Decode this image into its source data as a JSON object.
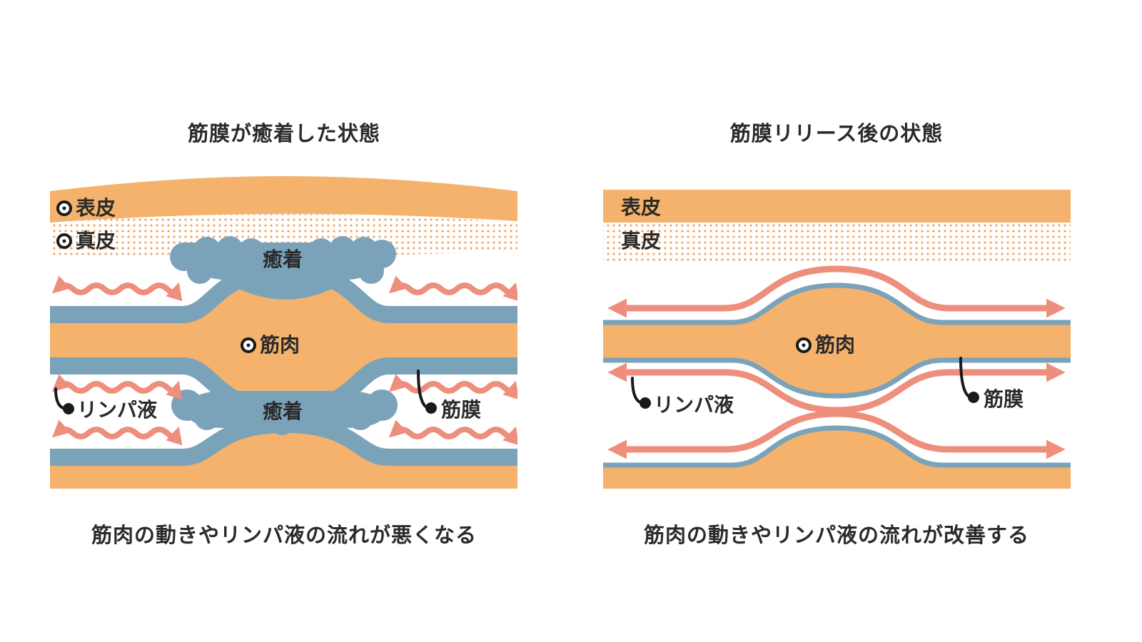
{
  "left_panel": {
    "title": "筋膜が癒着した状態",
    "labels": {
      "epidermis": "表皮",
      "dermis": "真皮",
      "adhesion_top": "癒着",
      "adhesion_bottom": "癒着",
      "muscle": "筋肉",
      "lymph": "リンパ液",
      "fascia": "筋膜"
    },
    "caption": "筋肉の動きやリンパ液の流れが悪くなる"
  },
  "right_panel": {
    "title": "筋膜リリース後の状態",
    "labels": {
      "epidermis": "表皮",
      "dermis": "真皮",
      "muscle": "筋肉",
      "lymph": "リンパ液",
      "fascia": "筋膜"
    },
    "caption": "筋肉の動きやリンパ液の流れが改善する"
  },
  "colors": {
    "skin": "#f4b26c",
    "fascia": "#7aa3ba",
    "lymph": "#ee8e7c",
    "dot": "#f0a765",
    "text": "#2a2a2a"
  }
}
